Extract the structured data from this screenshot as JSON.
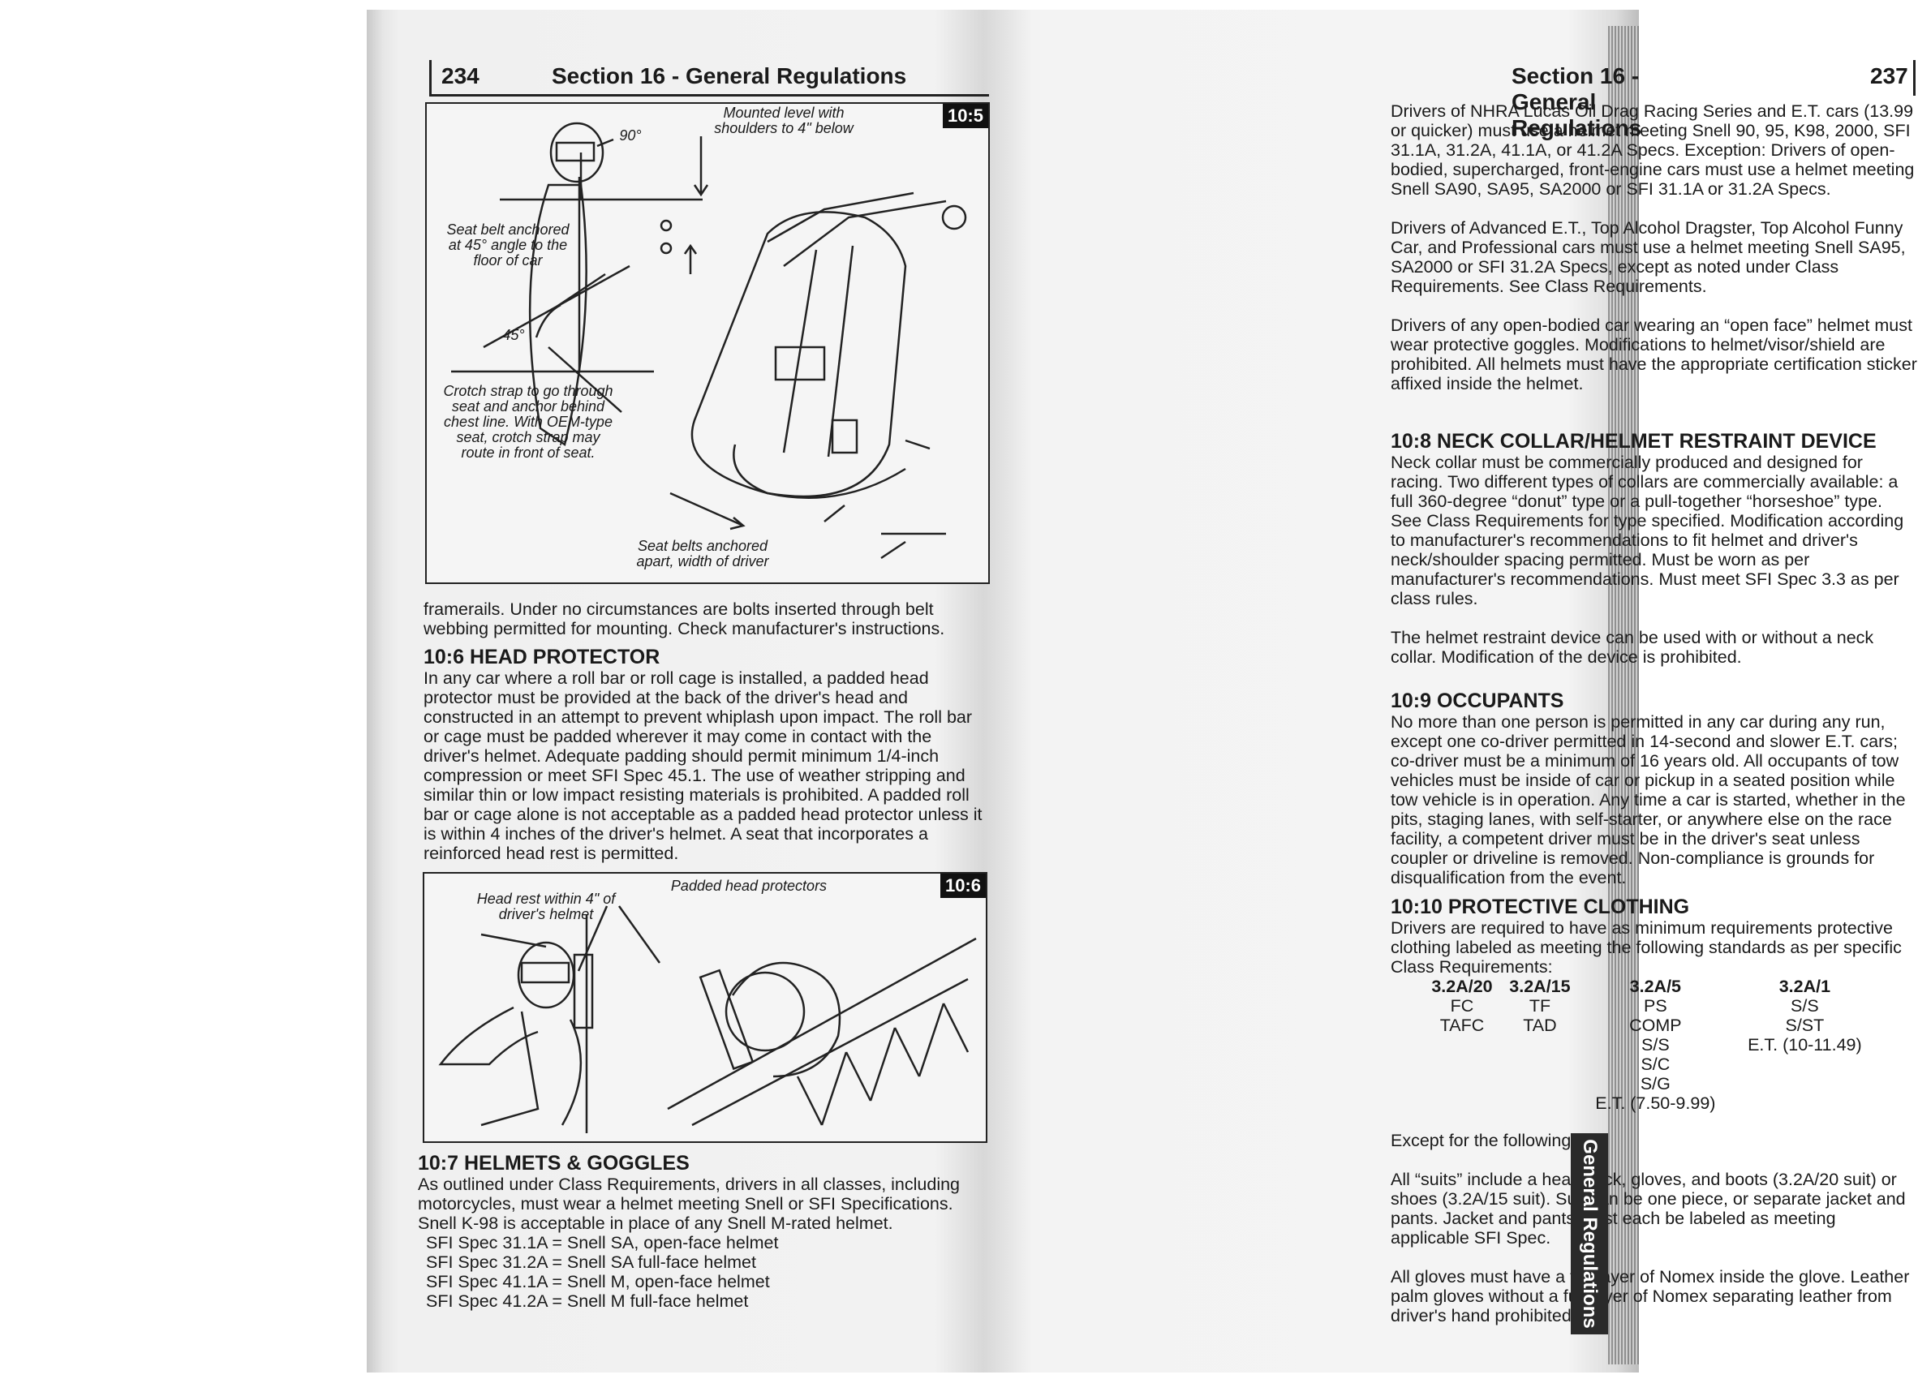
{
  "left_page": {
    "page_number": "234",
    "section_header": "Section 16 - General Regulations",
    "figure_10_5": {
      "tag": "10:5",
      "captions": {
        "mounted": "Mounted level with shoulders to 4\" below",
        "angle_90": "90°",
        "seat_belt": "Seat belt anchored at 45° angle to the floor of car",
        "angle_45": "45°",
        "crotch": "Crotch strap to go through seat and anchor behind chest line. With OEM-type seat, crotch strap may route in front of seat.",
        "anchored_apart": "Seat belts anchored apart, width of driver"
      }
    },
    "continued_text": "framerails. Under no circumstances are bolts inserted through belt webbing permitted for mounting. Check manufacturer's instructions.",
    "head_protector": {
      "title": "10:6  HEAD PROTECTOR",
      "body": "In any car where a roll bar or roll cage is installed, a padded head protector must be provided at the back of the driver's head and constructed in an attempt to prevent whiplash upon impact. The roll bar or cage must be padded wherever it may come in contact with the driver's helmet. Adequate padding should permit minimum 1/4-inch compression or meet SFI Spec 45.1. The use of weather stripping and similar thin or low impact resisting materials is prohibited. A padded roll bar or cage alone is not acceptable as a padded head protector unless it is within 4 inches of the driver's helmet. A seat that incorporates a reinforced head rest is permitted."
    },
    "figure_10_6": {
      "tag": "10:6",
      "captions": {
        "head_rest": "Head rest within 4\" of driver's helmet",
        "padded": "Padded head protectors"
      }
    },
    "helmets": {
      "title": "10:7  HELMETS & GOGGLES",
      "body": "As outlined under Class Requirements, drivers in all classes, including motorcycles, must wear a helmet meeting Snell or SFI Specifications. Snell K-98 is acceptable in place of any Snell M-rated helmet.",
      "specs": [
        "SFI Spec 31.1A = Snell SA, open-face helmet",
        "SFI Spec 31.2A = Snell SA full-face helmet",
        "SFI Spec 41.1A = Snell M, open-face helmet",
        "SFI Spec 41.2A = Snell M full-face helmet"
      ]
    }
  },
  "right_page": {
    "page_number": "237",
    "section_header": "Section 16 - General Regulations",
    "paragraphs_top": [
      "Drivers of NHRA Lucas Oil Drag Racing Series and E.T. cars (13.99 or quicker) must use a helmet meeting Snell 90, 95, K98, 2000, SFI 31.1A, 31.2A, 41.1A, or 41.2A Specs. Exception: Drivers of open-bodied, supercharged, front-engine cars must use a helmet meeting Snell SA90, SA95, SA2000 or SFI 31.1A or 31.2A Specs.",
      "Drivers of Advanced E.T., Top Alcohol Dragster, Top Alcohol Funny Car, and Professional cars must use a helmet meeting Snell SA95, SA2000 or SFI 31.2A Specs, except as noted under Class Requirements. See Class Requirements.",
      "Drivers of any open-bodied car wearing an “open face” helmet must wear protective goggles. Modifications to helmet/visor/shield are prohibited. All helmets must have the appropriate certification sticker affixed inside the helmet."
    ],
    "neck_collar": {
      "title": "10:8  NECK COLLAR/HELMET RESTRAINT DEVICE",
      "body": "Neck collar must be commercially produced and designed for racing. Two different types of collars are commercially available: a full 360-degree “donut” type or a pull-together “horseshoe” type. See Class Requirements for type specified. Modification according to manufacturer's recommendations to fit helmet and driver's neck/shoulder spacing permitted. Must be worn as per manufacturer's recommendations. Must meet SFI Spec 3.3 as per class rules.",
      "body2": "The helmet restraint device can be used with or without a neck collar. Modification of the device is prohibited."
    },
    "occupants": {
      "title": "10:9  OCCUPANTS",
      "body": "No more than one person is permitted in any car during any run, except one co-driver permitted in 14-second and slower E.T. cars; co-driver must be a minimum of 16 years old. All occupants of tow vehicles must be inside of car or pickup in a seated position while tow vehicle is in operation. Any time a car is started, whether in the pits, staging lanes, with self-starter, or anywhere else on the race facility, a competent driver must be in the driver's seat unless coupler or driveline is removed. Non-compliance is grounds for disqualification from the event."
    },
    "clothing": {
      "title": "10:10  PROTECTIVE CLOTHING",
      "body": "Drivers are required to have as minimum requirements protective clothing labeled as meeting the following standards as per specific Class Requirements:",
      "columns": [
        {
          "head": "3.2A/20",
          "items": [
            "FC",
            "TAFC"
          ]
        },
        {
          "head": "3.2A/15",
          "items": [
            "TF",
            "TAD"
          ]
        },
        {
          "head": "3.2A/5",
          "items": [
            "PS",
            "COMP",
            "S/S",
            "S/C",
            "S/G",
            "E.T. (7.50-9.99)"
          ]
        },
        {
          "head": "3.2A/1",
          "items": [
            "S/S",
            "S/ST",
            "E.T. (10-11.49)"
          ]
        }
      ],
      "except": "Except for the following:",
      "suits": "All “suits” include a head sock, gloves, and boots (3.2A/20 suit) or shoes (3.2A/15 suit). Suit can be one piece, or separate jacket and pants. Jacket and pants must each be labeled as meeting applicable SFI Spec.",
      "gloves": "All gloves must have a full layer of Nomex inside the glove. Leather palm gloves without a full layer of Nomex separating leather from driver's hand prohibited."
    },
    "side_tab": "General Regulations"
  }
}
